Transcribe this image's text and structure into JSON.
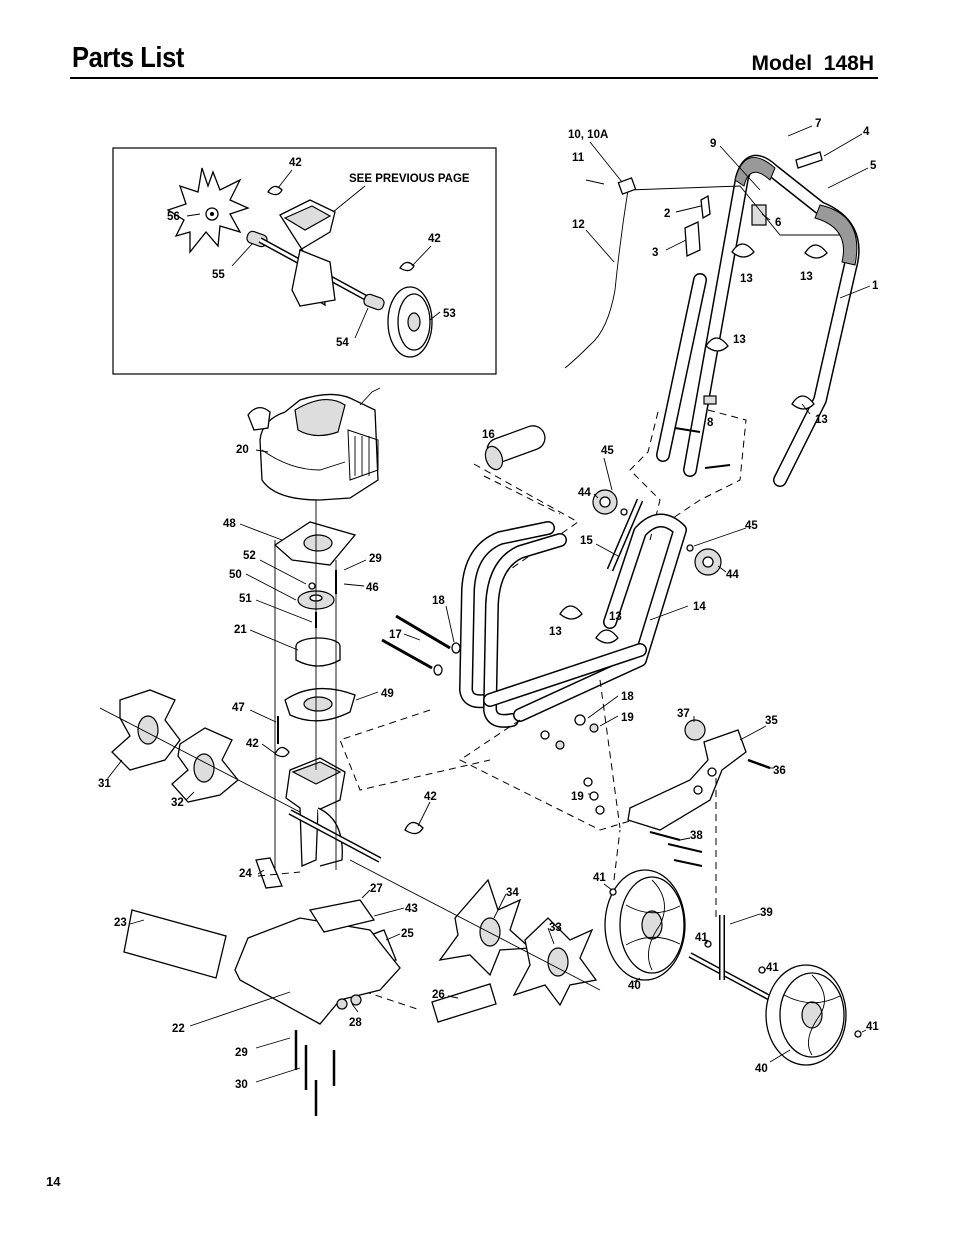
{
  "header": {
    "title": "Parts List",
    "model": "Model  148H"
  },
  "footer": {
    "page_number": "14"
  },
  "inset": {
    "note": "SEE PREVIOUS PAGE",
    "callouts": [
      "42",
      "56",
      "55",
      "42",
      "53",
      "54"
    ]
  },
  "callouts": [
    "10, 10A",
    "11",
    "12",
    "7",
    "4",
    "9",
    "5",
    "6",
    "2",
    "3",
    "13",
    "13",
    "1",
    "13",
    "13",
    "8",
    "16",
    "45",
    "44",
    "15",
    "45",
    "44",
    "14",
    "18",
    "17",
    "13",
    "13",
    "18",
    "19",
    "20",
    "48",
    "52",
    "29",
    "46",
    "50",
    "51",
    "21",
    "49",
    "47",
    "42",
    "31",
    "32",
    "42",
    "37",
    "35",
    "36",
    "19",
    "38",
    "24",
    "27",
    "43",
    "25",
    "23",
    "34",
    "33",
    "41",
    "39",
    "41",
    "41",
    "40",
    "22",
    "28",
    "26",
    "29",
    "30",
    "40",
    "41"
  ]
}
